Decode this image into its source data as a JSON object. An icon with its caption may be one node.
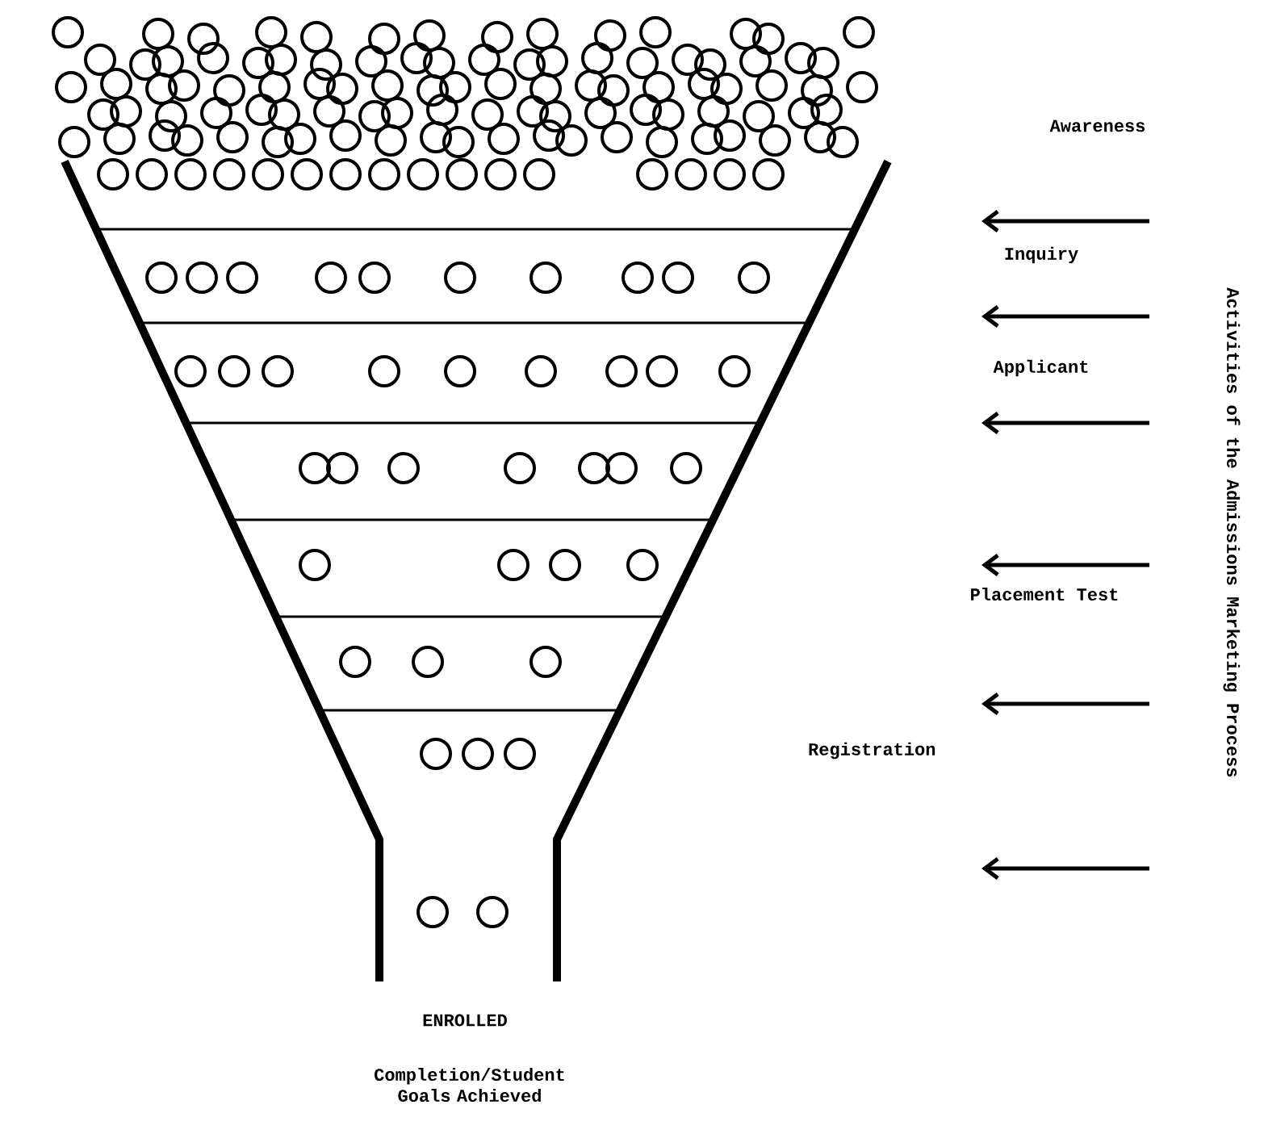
{
  "diagram": {
    "title": "Activities of the Admissions Marketing Process",
    "labels": [
      "Awareness",
      "Inquiry",
      "Applicant",
      "Placement Test",
      "Registration",
      "ENROLLED",
      "Completion/Student Goals Achieved"
    ]
  }
}
